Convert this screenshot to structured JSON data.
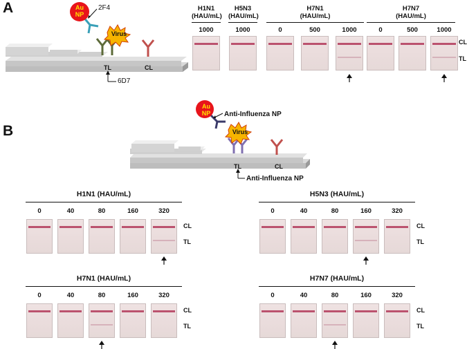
{
  "panels": {
    "a": "A",
    "b": "B"
  },
  "diagram_a": {
    "np_label": "Au NP",
    "virus_label": "Virus",
    "antibody_top": "2F4",
    "tl_label": "TL",
    "cl_label": "CL",
    "antibody_bottom": "6D7"
  },
  "diagram_b": {
    "np_label": "Au NP",
    "virus_label": "Virus",
    "antibody_top": "Anti-Influenza NP",
    "tl_label": "TL",
    "cl_label": "CL",
    "antibody_bottom": "Anti-Influenza NP"
  },
  "strip_labels": {
    "cl": "CL",
    "tl": "TL"
  },
  "panel_a_groups": [
    {
      "name": "H1N1",
      "unit": "(HAU/mL)",
      "concentrations": [
        "1000"
      ],
      "tl_visible": [
        false
      ]
    },
    {
      "name": "H5N3",
      "unit": "(HAU/mL)",
      "concentrations": [
        "1000"
      ],
      "tl_visible": [
        false
      ]
    },
    {
      "name": "H7N1",
      "unit": "(HAU/mL)",
      "concentrations": [
        "0",
        "500",
        "1000"
      ],
      "tl_visible": [
        false,
        false,
        true
      ]
    },
    {
      "name": "H7N7",
      "unit": "(HAU/mL)",
      "concentrations": [
        "0",
        "500",
        "1000"
      ],
      "tl_visible": [
        false,
        false,
        true
      ]
    }
  ],
  "panel_b_groups": [
    {
      "title": "H1N1 (HAU/mL)",
      "concentrations": [
        "0",
        "40",
        "80",
        "160",
        "320"
      ],
      "arrow_index": 4
    },
    {
      "title": "H5N3 (HAU/mL)",
      "concentrations": [
        "0",
        "40",
        "80",
        "160",
        "320"
      ],
      "arrow_index": 3
    },
    {
      "title": "H7N1 (HAU/mL)",
      "concentrations": [
        "0",
        "40",
        "80",
        "160",
        "320"
      ],
      "arrow_index": 2
    },
    {
      "title": "H7N7 (HAU/mL)",
      "concentrations": [
        "0",
        "40",
        "80",
        "160",
        "320"
      ],
      "arrow_index": 2
    }
  ],
  "colors": {
    "np": "#e8141b",
    "virus": "#f6b400",
    "capture_ab": "#5d6b3a",
    "control_ab": "#c0504d",
    "detect_ab": "#3aa0b8",
    "band": "#b23a5a"
  }
}
